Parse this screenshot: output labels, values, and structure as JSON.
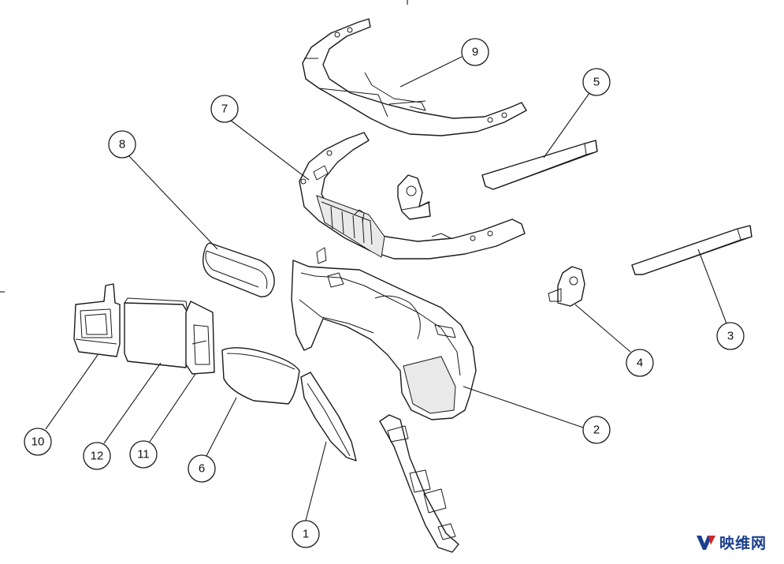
{
  "diagram": {
    "type": "exploded-assembly-drawing",
    "callouts": [
      {
        "id": "c1",
        "label": "1"
      },
      {
        "id": "c2",
        "label": "2"
      },
      {
        "id": "c3",
        "label": "3"
      },
      {
        "id": "c4",
        "label": "4"
      },
      {
        "id": "c5",
        "label": "5"
      },
      {
        "id": "c6",
        "label": "6"
      },
      {
        "id": "c7",
        "label": "7"
      },
      {
        "id": "c8",
        "label": "8"
      },
      {
        "id": "c9",
        "label": "9"
      },
      {
        "id": "c10",
        "label": "10"
      },
      {
        "id": "c11",
        "label": "11"
      },
      {
        "id": "c12",
        "label": "12"
      }
    ]
  },
  "watermark": {
    "text": "映维网",
    "logo_icon": "yv-logo-icon",
    "color": "#1b3f8f"
  }
}
